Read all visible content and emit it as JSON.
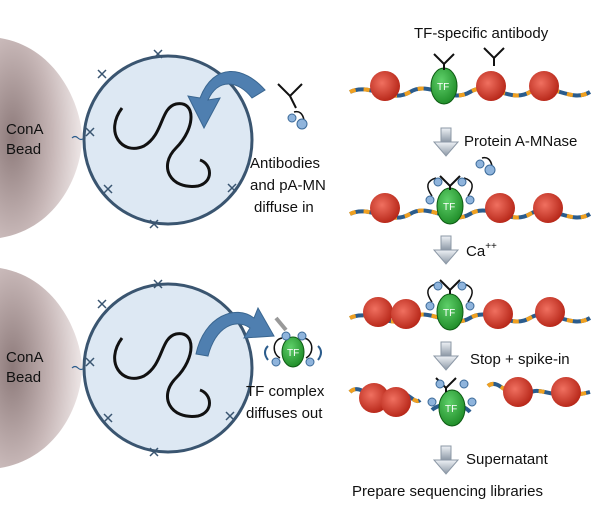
{
  "panels": [
    {
      "bead_label": [
        "ConA",
        "Bead"
      ],
      "caption": [
        "Antibodies",
        "and pA-MN",
        "diffuse in"
      ]
    },
    {
      "bead_label": [
        "ConA",
        "Bead"
      ],
      "caption": [
        "TF complex",
        "diffuses out"
      ]
    }
  ],
  "steps": [
    "TF-specific antibody",
    "Protein A-MNase",
    "Ca",
    "Stop + spike-in",
    "Supernatant",
    "Prepare sequencing libraries"
  ],
  "calcium_superscript": "++",
  "tf_label": "TF",
  "colors": {
    "bead": "#c9b8b8",
    "nucleus_fill": "#dde8f3",
    "nucleus_stroke": "#3a5570",
    "arrow": "#4f7fb0",
    "dna_blue": "#2b5c8c",
    "dna_orange": "#f0a020",
    "histone": "#d83a28",
    "tf": "#2aa534",
    "mnase": "#8fb4dc"
  }
}
